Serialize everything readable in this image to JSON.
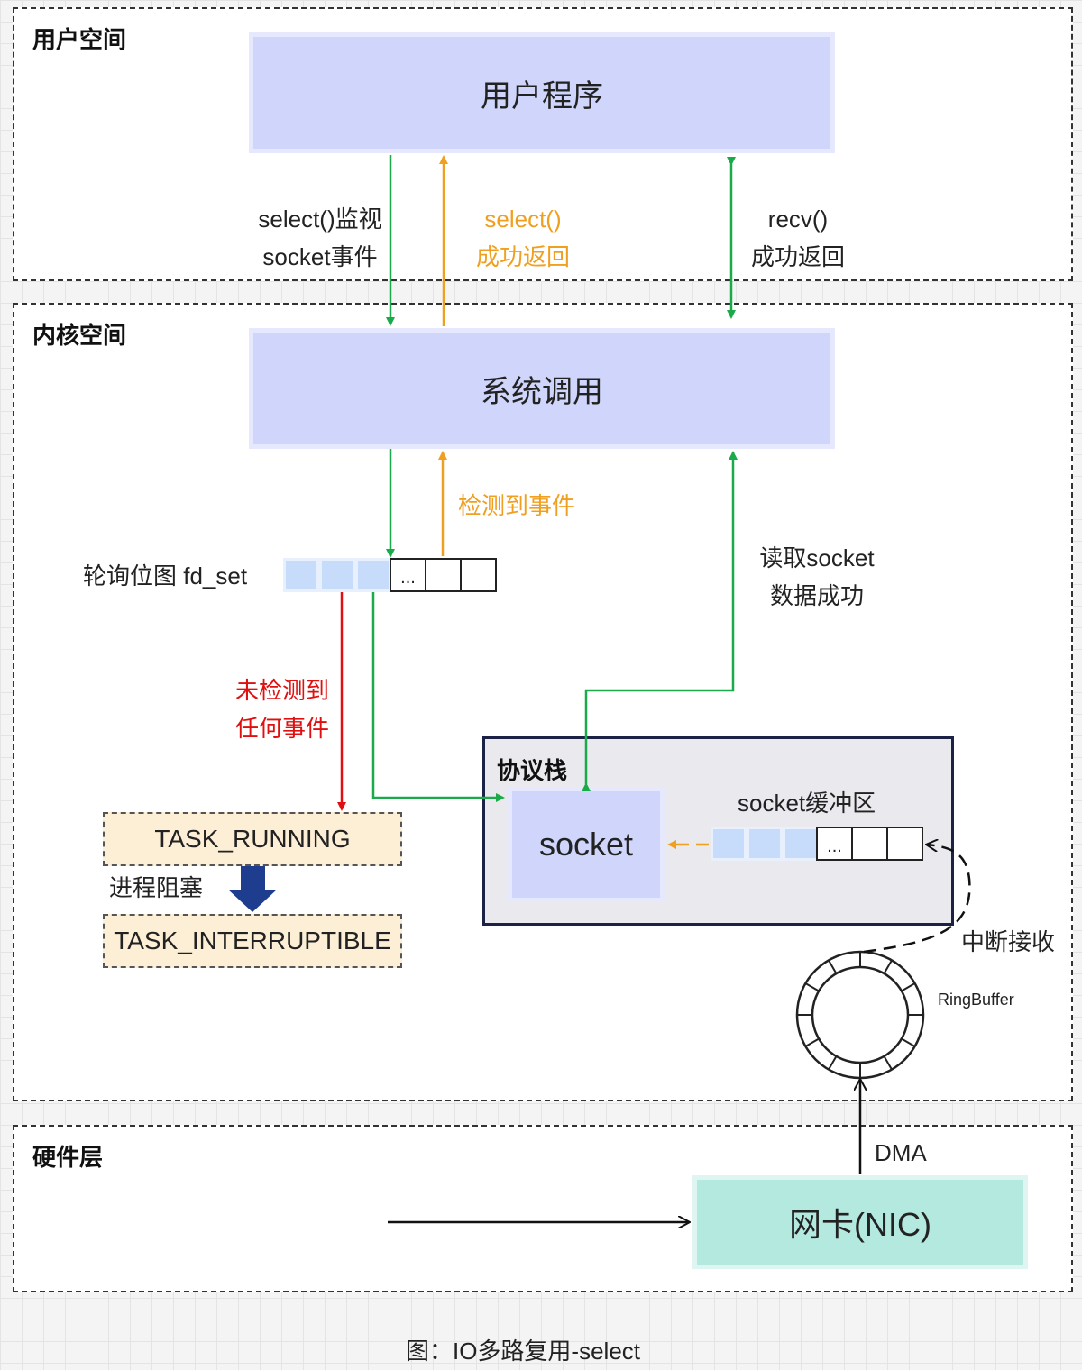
{
  "zones": {
    "user_space": "用户空间",
    "kernel_space": "内核空间",
    "hardware_layer": "硬件层"
  },
  "boxes": {
    "user_program": "用户程序",
    "syscall": "系统调用",
    "protocol_stack": "协议栈",
    "socket": "socket",
    "task_running": "TASK_RUNNING",
    "task_interruptible": "TASK_INTERRUPTIBLE",
    "nic": "网卡(NIC)"
  },
  "labels": {
    "select_monitor_1": "select()监视",
    "select_monitor_2": "socket事件",
    "select_return_1": "select()",
    "select_return_2": "成功返回",
    "recv_return_1": "recv()",
    "recv_return_2": "成功返回",
    "event_detected": "检测到事件",
    "fdset": "轮询位图 fd_set",
    "read_socket_1": "读取socket",
    "read_socket_2": "数据成功",
    "not_detected_1": "未检测到",
    "not_detected_2": "任何事件",
    "process_blocked": "进程阻塞",
    "socket_buffer": "socket缓冲区",
    "interrupt_receive": "中断接收",
    "ringbuffer": "RingBuffer",
    "dma": "DMA",
    "ellipsis": "...",
    "caption": "图：IO多路复用-select"
  },
  "colors": {
    "green": "#1aaa4a",
    "orange": "#f0a020",
    "red": "#e01010",
    "navy": "#1f3d8f",
    "purple_box": "#cfd5fb",
    "task_box": "#fdeed6",
    "nic_box": "#b3e9df",
    "protocol_bg": "#e9e9ee"
  }
}
